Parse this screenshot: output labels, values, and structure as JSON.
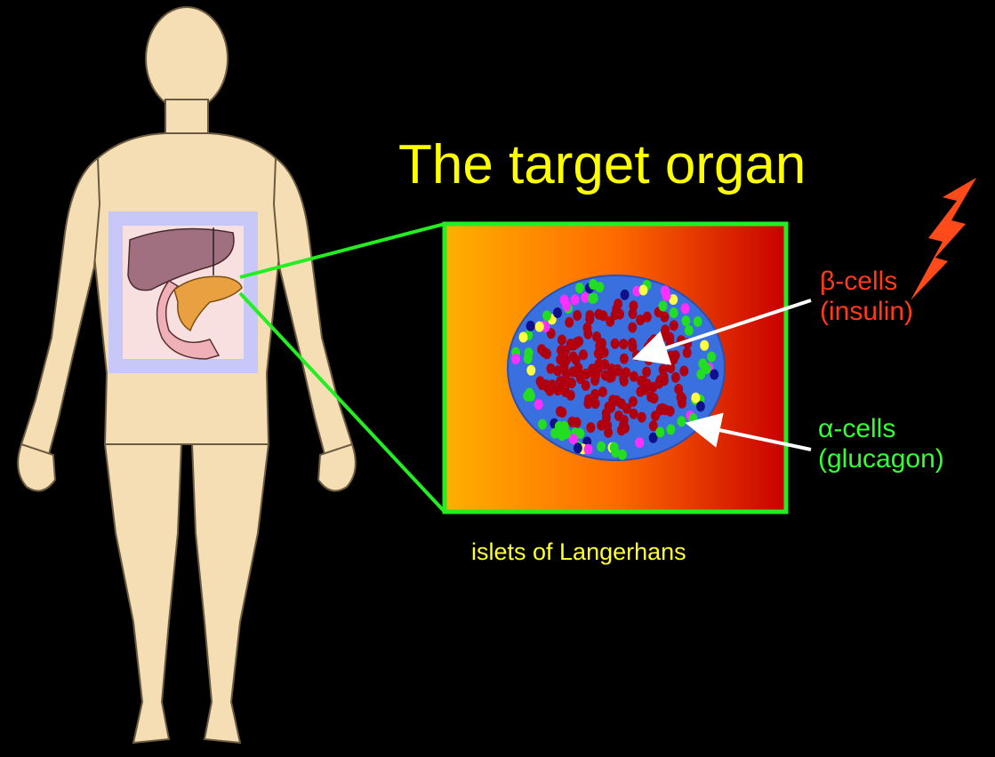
{
  "title": "The target organ",
  "labels": {
    "beta_symbol": "β",
    "beta_text": "-cells",
    "beta_sub": "(insulin)",
    "alpha_symbol": "α",
    "alpha_text": "-cells",
    "alpha_sub": "(glucagon)",
    "caption": "islets of Langerhans"
  },
  "colors": {
    "background": "#000000",
    "title": "#ffff00",
    "beta_label": "#ff3a1a",
    "alpha_label": "#33ff33",
    "caption": "#ffff33",
    "zoom_lines": "#22ee22",
    "skin": "#f5deb3",
    "panel_highlight": "#c8c8f8",
    "pancreas": "#e8a040",
    "liver": "#a07080",
    "islet_blue": "#3a6fe0",
    "beta_cell": "#b00010",
    "alpha_cell": "#22dd22",
    "lightning": "#ff4a1a"
  },
  "icons": {
    "body": "human-body-icon",
    "lightning": "lightning-bolt-icon"
  }
}
